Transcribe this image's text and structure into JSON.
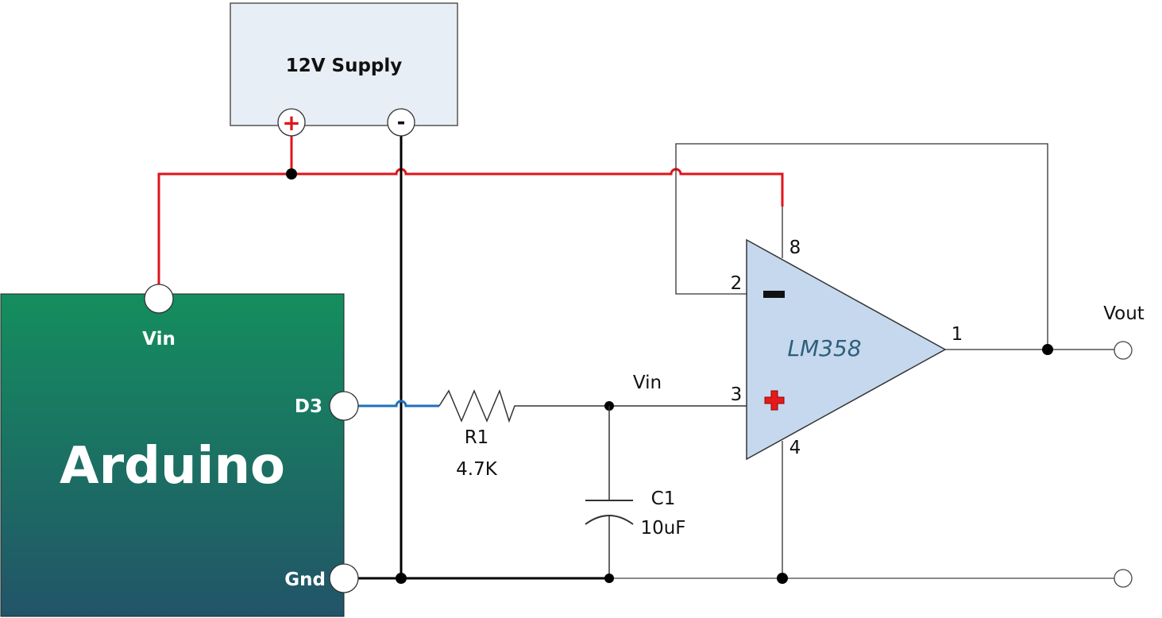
{
  "colors": {
    "power_wire": "#e0141b",
    "ground_wire": "#000000",
    "signal_wire": "#1f6fbf",
    "supply_box": "#e8eef5",
    "opamp_fill": "#c5d8ee",
    "arduino_top": "#148e5e",
    "arduino_bottom": "#225468",
    "opamp_text": "#2e5f7a"
  },
  "supply": {
    "label": "12V Supply",
    "plus": "+",
    "minus": "-"
  },
  "arduino": {
    "label": "Arduino",
    "pins": {
      "vin": "Vin",
      "d3": "D3",
      "gnd": "Gnd"
    }
  },
  "resistor": {
    "name": "R1",
    "value": "4.7K"
  },
  "capacitor": {
    "name": "C1",
    "value": "10uF"
  },
  "node_label": "Vin",
  "opamp": {
    "label": "LM358",
    "pins": {
      "p1": "1",
      "p2": "2",
      "p3": "3",
      "p4": "4",
      "p8": "8"
    }
  },
  "output_label": "Vout"
}
